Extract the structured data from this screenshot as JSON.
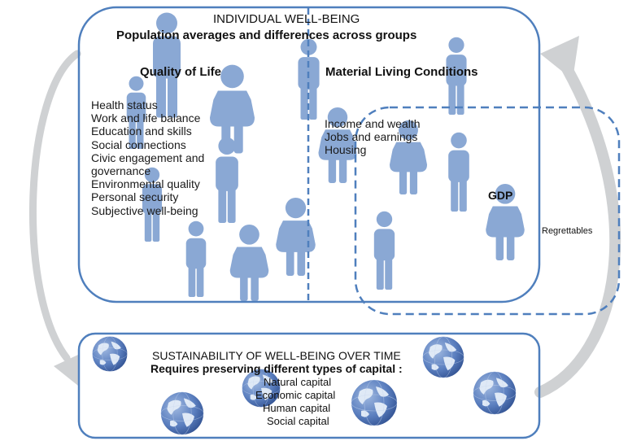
{
  "colors": {
    "frame": "#4f7fbd",
    "figure": "#8aa8d4",
    "arrow": "#cfd1d3",
    "globe_ocean": "#5b7fbf",
    "globe_land": "#dfe9f6"
  },
  "wellbeing": {
    "title": "INDIVIDUAL WELL-BEING",
    "subtitle": "Population averages and differences across groups",
    "quality_of_life": {
      "heading": "Quality of Life",
      "items": [
        "Health status",
        "Work and life balance",
        "Education and skills",
        "Social connections",
        "Civic engagement and",
        "governance",
        "Environmental quality",
        "Personal security",
        "Subjective well-being"
      ]
    },
    "material_living_conditions": {
      "heading": "Material Living Conditions",
      "items": [
        "Income and wealth",
        "Jobs and earnings",
        "Housing"
      ]
    },
    "gdp_label": "GDP",
    "regrettables_label": "Regrettables"
  },
  "sustainability": {
    "title": "SUSTAINABILITY OF WELL-BEING OVER TIME",
    "subtitle": "Requires preserving different types of capital :",
    "capitals": [
      "Natural capital",
      "Economic capital",
      "Human capital",
      "Social capital"
    ]
  },
  "icons": {
    "person": "person-icon",
    "globe": "globe-icon",
    "arrow": "cycle-arrow-icon"
  }
}
